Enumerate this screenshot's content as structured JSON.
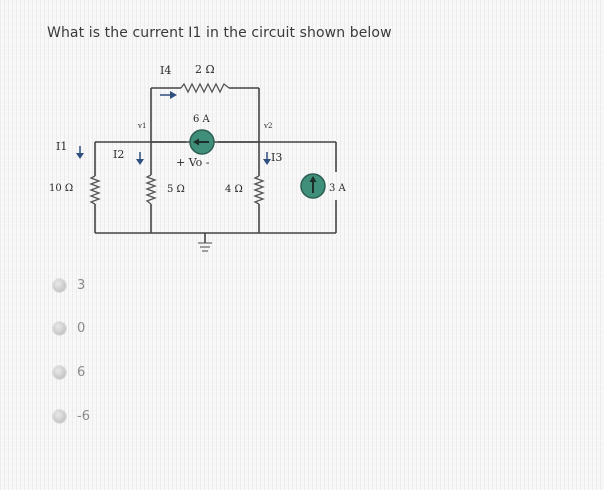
{
  "question": {
    "text": "What is the current I1 in the circuit shown below"
  },
  "circuit": {
    "labels": {
      "i1": "I1",
      "i2": "I2",
      "i3": "I3",
      "i4": "I4",
      "r_10": "10 Ω",
      "r_5": "5 Ω",
      "r_4": "4 Ω",
      "r_2": "2 Ω",
      "src_6a": "6 A",
      "src_3a": "3 A",
      "vo": "+ Vo -",
      "node_mark_left": "v1",
      "node_mark_right": "v2"
    },
    "colors": {
      "source_fill": "#3f8f7a",
      "wire": "#444444",
      "arrow": "#2f4f7f"
    }
  },
  "options": [
    {
      "label": "3"
    },
    {
      "label": "0"
    },
    {
      "label": "6"
    },
    {
      "label": "-6"
    }
  ]
}
